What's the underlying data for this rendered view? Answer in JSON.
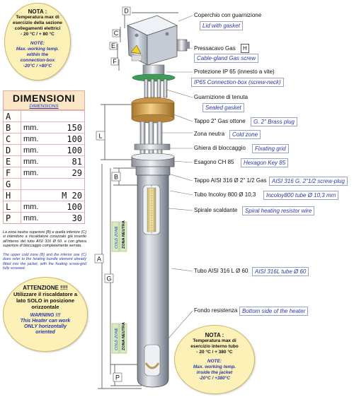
{
  "note_top": {
    "title": "NOTA :",
    "line1": "Temperatura max di",
    "line2": "esercizio della sezione",
    "line3": "collegamenti elettrici",
    "line4": "- 20 °C / + 80 °C",
    "en_title": "NOTE:",
    "en_line1": "Max. working temp.",
    "en_line2": "within the",
    "en_line3": "connection-box",
    "en_line4": "-20°C / +80°C"
  },
  "dimensions": {
    "title": "DIMENSIONI",
    "subtitle": "DIMENSIONS",
    "rows": [
      {
        "letter": "A",
        "unit": "",
        "value": ""
      },
      {
        "letter": "B",
        "unit": "mm.",
        "value": "150"
      },
      {
        "letter": "C",
        "unit": "mm.",
        "value": "100"
      },
      {
        "letter": "D",
        "unit": "mm.",
        "value": "100"
      },
      {
        "letter": "E",
        "unit": "mm.",
        "value": "81"
      },
      {
        "letter": "F",
        "unit": "mm.",
        "value": "29"
      },
      {
        "letter": "G",
        "unit": "",
        "value": ""
      },
      {
        "letter": "H",
        "unit": "",
        "value": "M 20"
      },
      {
        "letter": "L",
        "unit": "mm.",
        "value": "100"
      },
      {
        "letter": "P",
        "unit": "mm.",
        "value": "30"
      }
    ]
  },
  "desc_it": "La zona neutra superiore (B) e quella inferiore (C) si intendono a riscaldatore corazzato già inserito all'interno del tubo AISI 316 Ø 60. e con ghiera superiore di bloccaggio completamente serrata.",
  "desc_en": "The upper cold zone (B) and the inferior one (C) does refer to the heating bundle element already fitted into the jacket, with the fixating screw-grid fully screwed.",
  "attention": {
    "title": "ATTENZIONE !!!!",
    "line1": "Utilizzare il riscaldatore a",
    "line2": "lato SOLO in posizione",
    "line3": "orizzontale",
    "en_title": "WARNING !!!",
    "en_line1": "This Heater can work",
    "en_line2": "ONLY horizontally",
    "en_line3": "oriented"
  },
  "note_bottom": {
    "title": "NOTA :",
    "line1": "Temperatura max di",
    "line2": "esercizio interno tubo",
    "line3": "- 20 °C / + 380 °C",
    "en_title": "NOTE:",
    "en_line1": "Max. working temp.",
    "en_line2": "inside the jacket",
    "en_line3": "-20°C / +380°C"
  },
  "labels": {
    "lid_it": "Coperchio con guarnizione",
    "lid_en": "Lid with gasket",
    "gland_it": "Pressacavo Gas",
    "gland_letter": "H",
    "gland_en": "Cable-gland Gas screw",
    "ip65_it": "Protezione IP 65 (innesto a vite)",
    "ip65_en": "IP65 Connection-box (screw-neck)",
    "gasket_it": "Guarnizione di tenuta",
    "gasket_en": "Sealed gasket",
    "plug_it": "Tappo 2\" Gas ottone",
    "plug_en": "G. 2\" Brass plug",
    "neutral_it": "Zona neutra",
    "neutral_en": "Cold zone",
    "grid_it": "Ghiera di bloccaggio",
    "grid_en": "Fixating grid",
    "hex_it": "Esagono CH 85",
    "hex_en": "Hexagon Key 85",
    "plug316_it": "Tappo AISI 316 Ø 2\" 1/2 Gas",
    "plug316_en": "AISI 316  G. 2\"1/2 screw-plug",
    "incoloy_it": "Tubo Incoloy 800 Ø 10,3",
    "incoloy_en": "Incoloy800 tube Ø 10,3 mm",
    "spiral_it": "Spirale scaldante",
    "spiral_en": "Spiral heating resistor wire",
    "tube_it": "Tubo AISI 316 L Ø 60",
    "tube_en": "AISI 316L tube Ø 60",
    "bottom_it": "Fondo resistenza",
    "bottom_en": "Bottom side of the heater"
  },
  "dim_letters": {
    "d": "D",
    "c": "C",
    "e": "E",
    "f": "F",
    "l": "L",
    "b": "B",
    "a": "A",
    "g": "G",
    "p": "P"
  },
  "cold_zone": {
    "en": "COLD ZONE",
    "it": "ZONA NEUTRA"
  }
}
